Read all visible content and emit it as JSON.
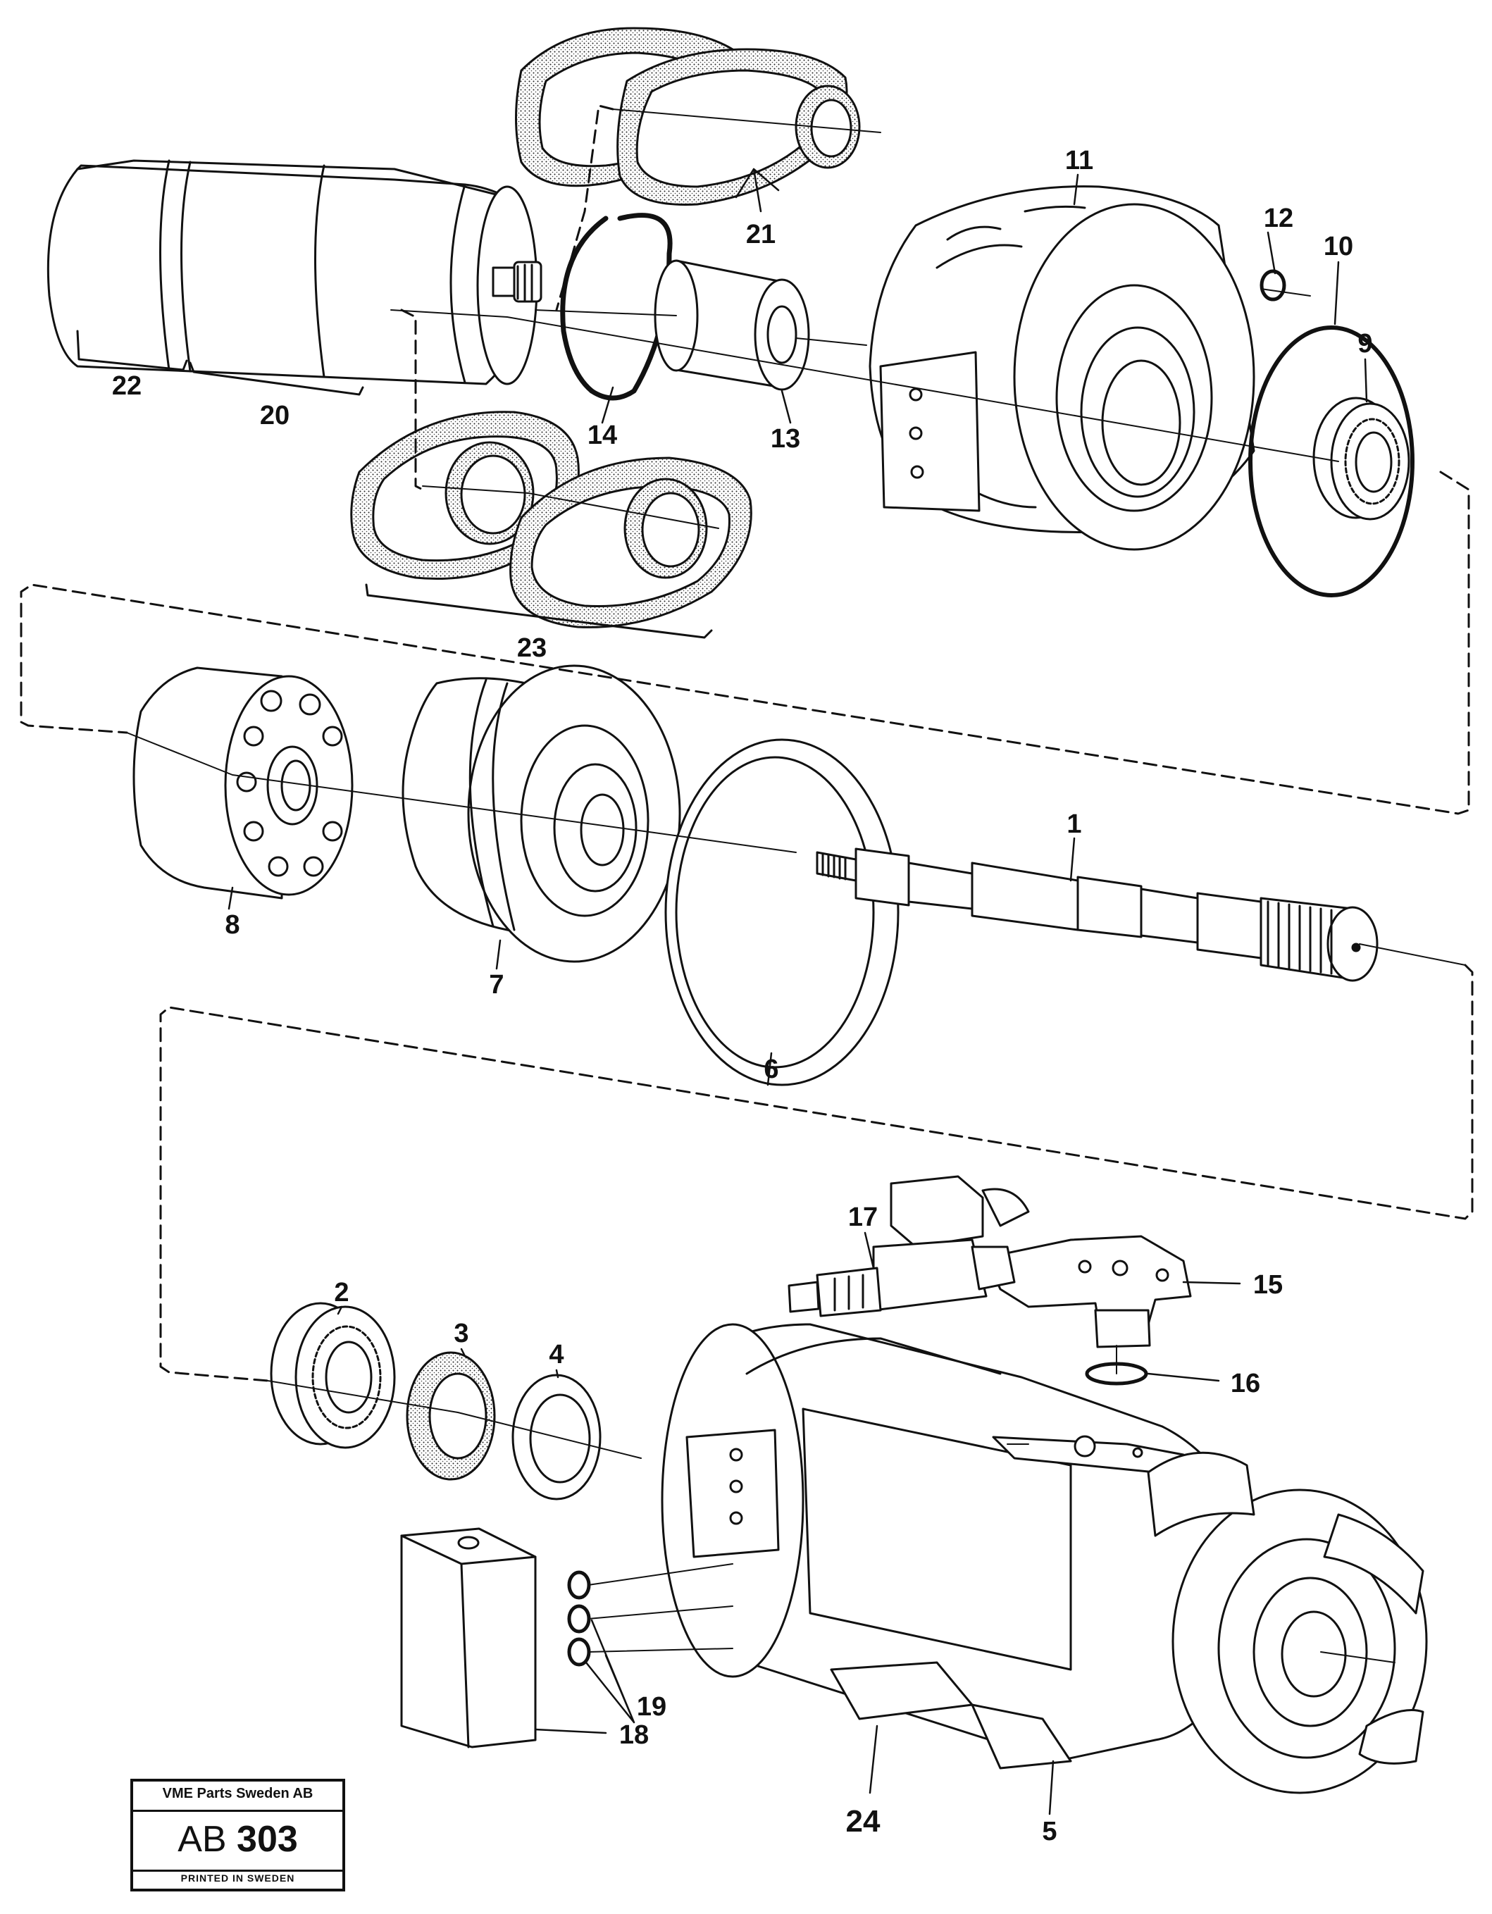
{
  "labels": {
    "p1": "1",
    "p2": "2",
    "p3": "3",
    "p4": "4",
    "p5": "5",
    "p6": "6",
    "p7": "7",
    "p8": "8",
    "p9": "9",
    "p10": "10",
    "p11": "11",
    "p12": "12",
    "p13": "13",
    "p14": "14",
    "p15": "15",
    "p16": "16",
    "p17": "17",
    "p18": "18",
    "p19": "19",
    "p20": "20",
    "p21": "21",
    "p22": "22",
    "p23": "23",
    "p24": "24"
  },
  "stamp": {
    "company": "VME Parts Sweden AB",
    "code_prefix": "AB",
    "code_number": "303",
    "printed": "PRINTED IN SWEDEN"
  }
}
